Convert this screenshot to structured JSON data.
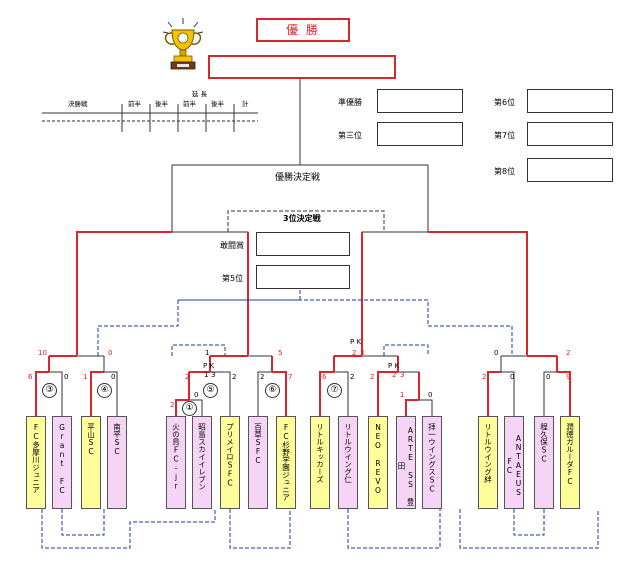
{
  "header": {
    "title": "優 勝"
  },
  "score_table": {
    "header_extra": "延 長",
    "columns": [
      "決勝戦",
      "前半",
      "後半",
      "前半",
      "後半",
      "計"
    ]
  },
  "ranks": [
    {
      "label": "準優勝"
    },
    {
      "label": "第三位"
    },
    {
      "label": "第6位"
    },
    {
      "label": "第7位"
    },
    {
      "label": "第8位"
    }
  ],
  "finals": {
    "final_label": "優勝決定戦",
    "third_label": "3位決定戦",
    "fighting_label": "敢闘賞",
    "fifth_label": "第5位"
  },
  "teams": [
    {
      "name": "FC多摩川ジュニア",
      "color": "yellow"
    },
    {
      "name": "Grant FC",
      "color": "pink"
    },
    {
      "name": "平山SC",
      "color": "yellow"
    },
    {
      "name": "南平SC",
      "color": "pink"
    },
    {
      "name": "火の鳥FC-jr",
      "color": "pink"
    },
    {
      "name": "昭島スカイイレブン",
      "color": "pink"
    },
    {
      "name": "プリメイロSFC",
      "color": "yellow"
    },
    {
      "name": "百草SFC",
      "color": "pink"
    },
    {
      "name": "FC杉野学園ジュニア",
      "color": "yellow"
    },
    {
      "name": "リトルキッカーズ",
      "color": "yellow"
    },
    {
      "name": "リトルウイング仁",
      "color": "pink"
    },
    {
      "name": "NEO REVO",
      "color": "yellow"
    },
    {
      "name": "ARTE SS 豊田",
      "color": "pink"
    },
    {
      "name": "拝一ウイングスSC",
      "color": "pink"
    },
    {
      "name": "リトルウイング絆",
      "color": "yellow"
    },
    {
      "name": "ANTAEUS FC",
      "color": "pink"
    },
    {
      "name": "程久保SC",
      "color": "pink"
    },
    {
      "name": "潤徳ガルーダFC",
      "color": "yellow"
    }
  ],
  "match_numbers": [
    "③",
    "④",
    "①",
    "⑤",
    "⑥",
    "⑦"
  ],
  "pk_label": "P K",
  "scores": {
    "s1": "6",
    "s2": "0",
    "s3": "1",
    "s4": "0",
    "s5": "10",
    "s6": "0",
    "s7": "2",
    "s8": "0",
    "s9": "2",
    "s10": "1",
    "s11": "3",
    "s12": "1",
    "s13": "2",
    "s14": "2",
    "s15": "7",
    "s16": "5",
    "s17": "6",
    "s18": "2",
    "s19": "2",
    "s20": "3",
    "s21": "2",
    "s22": "1",
    "s23": "0",
    "s24": "2",
    "s25": "3",
    "s26": "2",
    "s27": "0",
    "s28": "0",
    "s29": "9",
    "s30": "0",
    "s31": "2"
  }
}
